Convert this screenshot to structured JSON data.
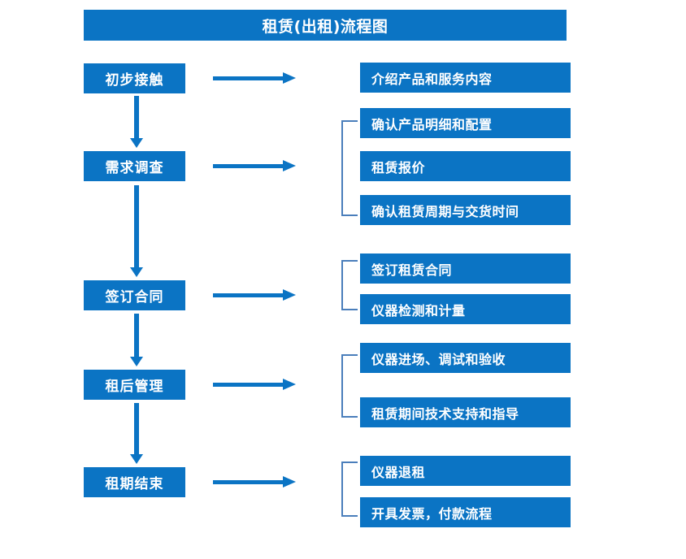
{
  "diagram": {
    "title": "租赁(出租)流程图",
    "colors": {
      "box_blue": "#0b74c4",
      "bracket_blue": "#4a7ebb",
      "arrow_blue": "#0b74c4",
      "text_white": "#ffffff",
      "background": "#ffffff"
    },
    "stages": [
      {
        "id": "stage-1",
        "label": "初步接触"
      },
      {
        "id": "stage-2",
        "label": "需求调查"
      },
      {
        "id": "stage-3",
        "label": "签订合同"
      },
      {
        "id": "stage-4",
        "label": "租后管理"
      },
      {
        "id": "stage-5",
        "label": "租期结束"
      }
    ],
    "details": [
      {
        "id": "detail-1-1",
        "label": "介绍产品和服务内容",
        "group": 1
      },
      {
        "id": "detail-2-1",
        "label": "确认产品明细和配置",
        "group": 2
      },
      {
        "id": "detail-2-2",
        "label": "租赁报价",
        "group": 2
      },
      {
        "id": "detail-2-3",
        "label": "确认租赁周期与交货时间",
        "group": 2
      },
      {
        "id": "detail-3-1",
        "label": "签订租赁合同",
        "group": 3
      },
      {
        "id": "detail-3-2",
        "label": "仪器检测和计量",
        "group": 3
      },
      {
        "id": "detail-4-1",
        "label": "仪器进场、调试和验收",
        "group": 4
      },
      {
        "id": "detail-4-2",
        "label": "租赁期间技术支持和指导",
        "group": 4
      },
      {
        "id": "detail-5-1",
        "label": "仪器退租",
        "group": 5
      },
      {
        "id": "detail-5-2",
        "label": "开具发票，付款流程",
        "group": 5
      }
    ],
    "connectors": {
      "horizontal_arrow_icon": "arrow-right-icon",
      "vertical_arrow_icon": "arrow-down-icon",
      "bracket_icon": "group-bracket-icon"
    }
  },
  "chart_data": {
    "type": "diagram",
    "title": "租赁(出租)流程图",
    "flow": [
      {
        "stage": "初步接触",
        "outputs": [
          "介绍产品和服务内容"
        ]
      },
      {
        "stage": "需求调查",
        "outputs": [
          "确认产品明细和配置",
          "租赁报价",
          "确认租赁周期与交货时间"
        ]
      },
      {
        "stage": "签订合同",
        "outputs": [
          "签订租赁合同",
          "仪器检测和计量"
        ]
      },
      {
        "stage": "租后管理",
        "outputs": [
          "仪器进场、调试和验收",
          "租赁期间技术支持和指导"
        ]
      },
      {
        "stage": "租期结束",
        "outputs": [
          "仪器退租",
          "开具发票，付款流程"
        ]
      }
    ],
    "sequence": [
      "初步接触",
      "需求调查",
      "签订合同",
      "租后管理",
      "租期结束"
    ]
  }
}
